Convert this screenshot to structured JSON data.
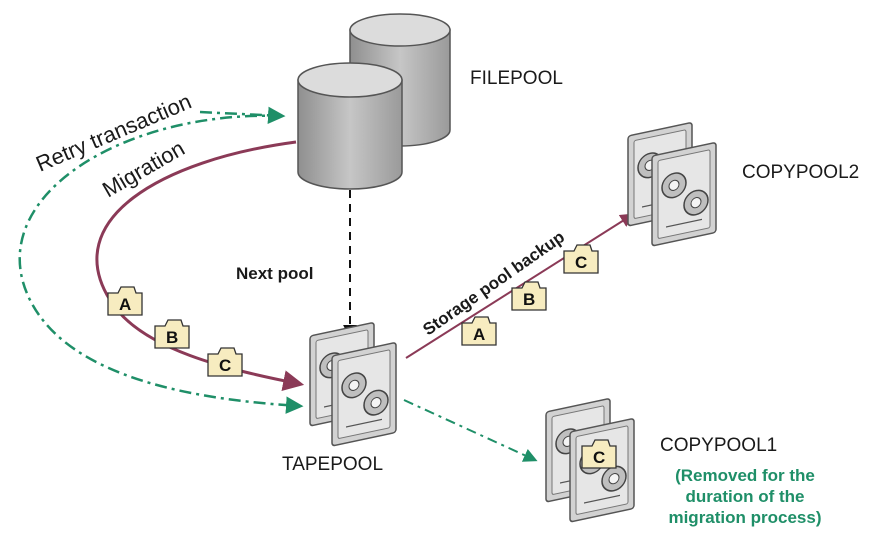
{
  "pools": {
    "filepool": "FILEPOOL",
    "tapepool": "TAPEPOOL",
    "copypool1": "COPYPOOL1",
    "copypool2": "COPYPOOL2"
  },
  "arrows": {
    "retry": "Retry transaction",
    "migration": "Migration",
    "next_pool": "Next pool",
    "backup": "Storage pool backup"
  },
  "copypool1_note": [
    "(Removed for the",
    "duration of the",
    "migration process)"
  ],
  "files": {
    "migration": [
      "A",
      "B",
      "C"
    ],
    "backup": [
      "A",
      "B",
      "C"
    ],
    "copypool1": "C"
  },
  "colors": {
    "migration": "#8b3a57",
    "retry": "#1f8f68",
    "file_fill": "#f7ecc0",
    "disk": "#b5b5b5",
    "tape": "#c9c9c9"
  }
}
